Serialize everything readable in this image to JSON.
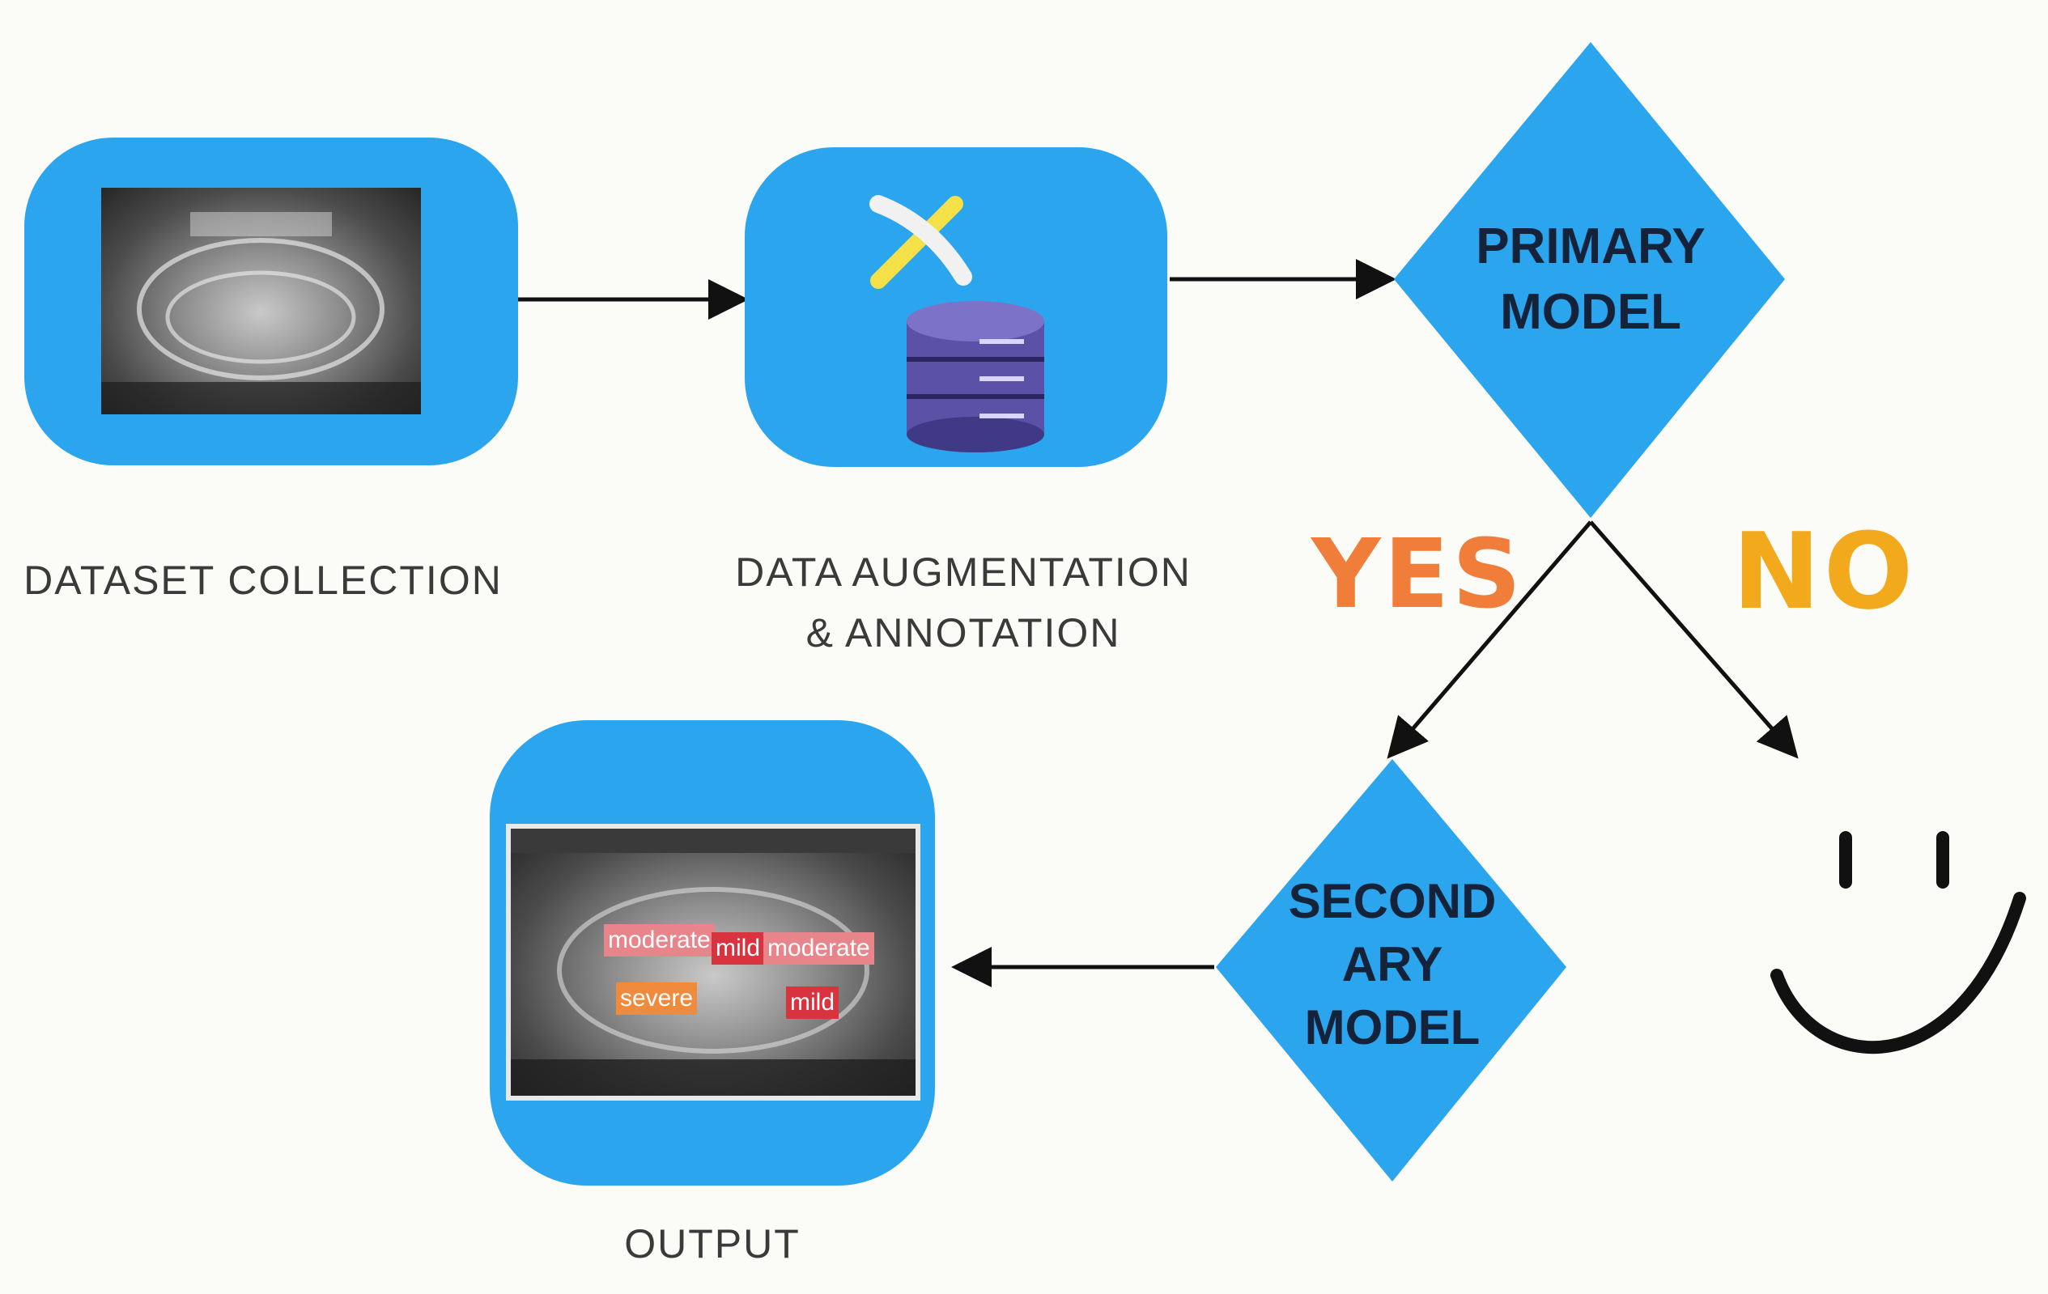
{
  "nodes": {
    "dataset": {
      "caption": "DATASET COLLECTION",
      "image": "panoramic-dental-xray"
    },
    "augmentation": {
      "caption_line1": "DATA AUGMENTATION",
      "caption_line2": "& ANNOTATION",
      "icon": "database-pickaxe-icon"
    },
    "primary": {
      "line1": "PRIMARY",
      "line2": "MODEL"
    },
    "secondary": {
      "line1": "SECOND",
      "line2": "ARY",
      "line3": "MODEL"
    },
    "output": {
      "caption": "OUTPUT",
      "image": "annotated-dental-xray"
    },
    "smiley": {
      "icon": "smiley-face-icon"
    }
  },
  "branches": {
    "yes": "YES",
    "no": "NO"
  },
  "output_tags": [
    {
      "label": "moderate",
      "color": "#e8858a"
    },
    {
      "label": "mild",
      "color": "#d8333f"
    },
    {
      "label": "moderate",
      "color": "#e8858a"
    },
    {
      "label": "severe",
      "color": "#f08a3c"
    },
    {
      "label": "mild",
      "color": "#d8333f"
    }
  ],
  "colors": {
    "node": "#2aa5ee",
    "yes": "#f07e3a",
    "no": "#f2a91c",
    "arrow": "#111111"
  }
}
